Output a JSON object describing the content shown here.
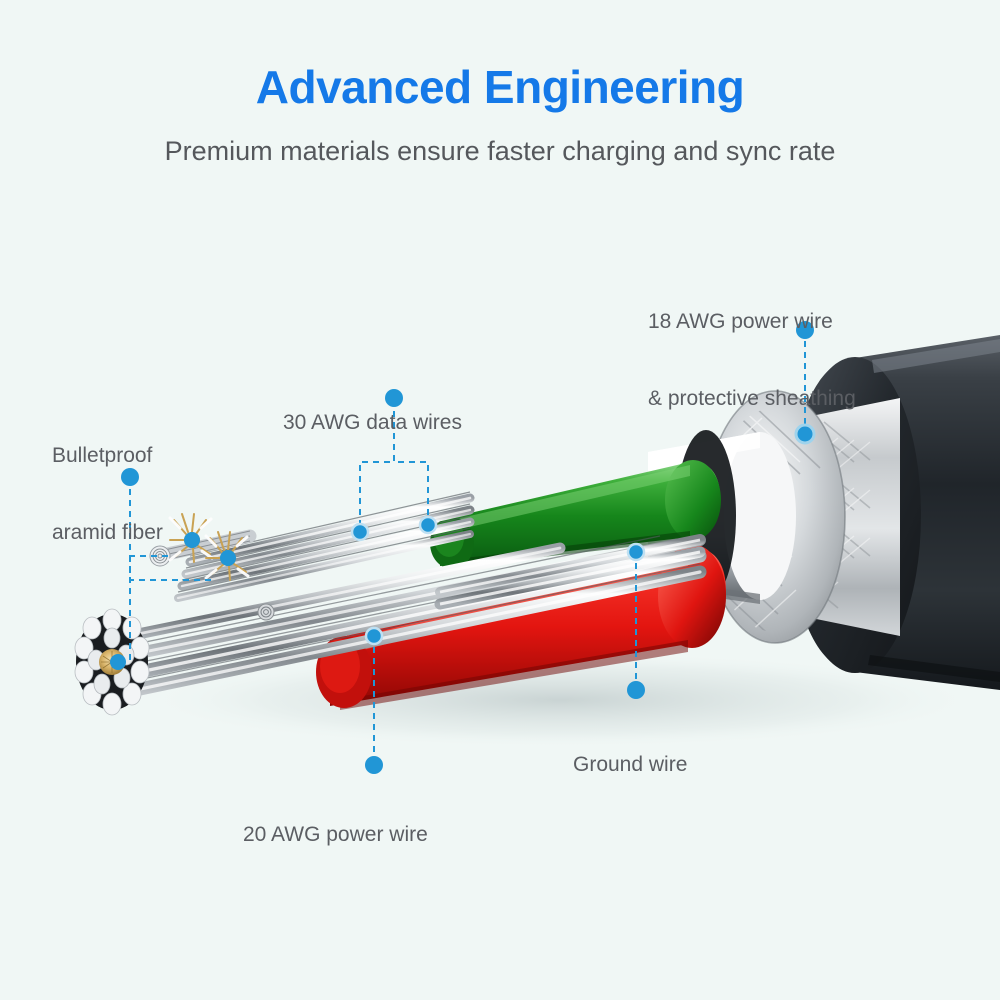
{
  "header": {
    "title": "Advanced Engineering",
    "subtitle": "Premium materials ensure faster charging and sync rate",
    "title_color": "#1579e8",
    "subtitle_color": "#55585c"
  },
  "background_color": "#f0f7f5",
  "accent_color": "#2196d6",
  "callouts": [
    {
      "id": "sheathing",
      "lines": [
        "18 AWG power wire",
        "& protective sheathing"
      ],
      "target": "braided-shield"
    },
    {
      "id": "data_wires",
      "lines": [
        "30 AWG data wires"
      ],
      "target": "data-wire-strands"
    },
    {
      "id": "aramid_fiber",
      "lines": [
        "Bulletproof",
        "aramid fiber"
      ],
      "target": "aramid-fiber-bundle"
    },
    {
      "id": "ground_wire",
      "lines": [
        "Ground wire"
      ],
      "target": "ground-wire-strand"
    },
    {
      "id": "power_wire_20",
      "lines": [
        "20 AWG power wire"
      ],
      "target": "power-wire-strand"
    }
  ],
  "diagram": {
    "name": "usb-cable-cutaway",
    "layers": [
      {
        "name": "outer-jacket",
        "color": "#2b2f33"
      },
      {
        "name": "braided-shield",
        "color": "#c9cdd0"
      },
      {
        "name": "inner-insulation",
        "color": "#fdfdfd"
      },
      {
        "name": "green-data-wire",
        "color": "#1f9022"
      },
      {
        "name": "red-power-wire",
        "color": "#e8211c"
      },
      {
        "name": "silver-strands",
        "color": "#d8dbdd"
      },
      {
        "name": "aramid-core",
        "color": "#d9b46a"
      }
    ]
  }
}
